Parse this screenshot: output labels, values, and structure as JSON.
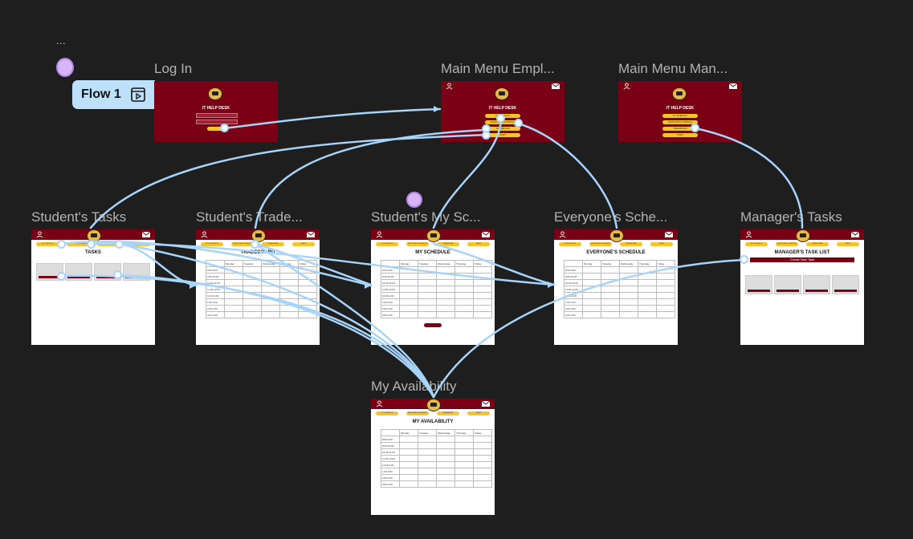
{
  "canvas": {
    "dots": "..."
  },
  "flow": {
    "label": "Flow 1",
    "icon": "play-frame-icon"
  },
  "frames": {
    "login": {
      "title": "Log In",
      "app_title": "IT HELP DESK"
    },
    "main_emp": {
      "title": "Main Menu Empl...",
      "app_title": "IT HELP DESK"
    },
    "main_man": {
      "title": "Main Menu Man...",
      "app_title": "IT HELP DESK"
    },
    "st_tasks": {
      "title": "Student's Tasks",
      "heading": "TASKS"
    },
    "st_trade": {
      "title": "Student's Trade...",
      "heading": "TRADEBOARD"
    },
    "st_sched": {
      "title": "Student's My Sc...",
      "heading": "MY SCHEDULE"
    },
    "everyone": {
      "title": "Everyone's Sche...",
      "heading": "EVERYONE'S SCHEDULE"
    },
    "mgr_tasks": {
      "title": "Manager's Tasks",
      "heading": "MANAGER'S TASK LIST",
      "create_btn": "Create New Task"
    },
    "avail": {
      "title": "My Availability",
      "heading": "MY AVAILABILITY"
    }
  },
  "nav_tabs": [
    "MY SCHEDULE",
    "EVERYONE'S SCHEDULE",
    "TRADEBOARD",
    "TASKS"
  ],
  "days": [
    "Monday",
    "Tuesday",
    "Wednesday",
    "Thursday",
    "Friday"
  ],
  "times": [
    "8:00-9:00",
    "9:00-10:00",
    "10:00-11:00",
    "11:00-12:00",
    "12:00-1:00",
    "1:00-2:00",
    "2:00-3:00",
    "3:00-4:00"
  ],
  "colors": {
    "maroon": "#7a0015",
    "gold": "#f4c430",
    "wire": "#a8d4fb",
    "canvas": "#1e1e1e"
  }
}
